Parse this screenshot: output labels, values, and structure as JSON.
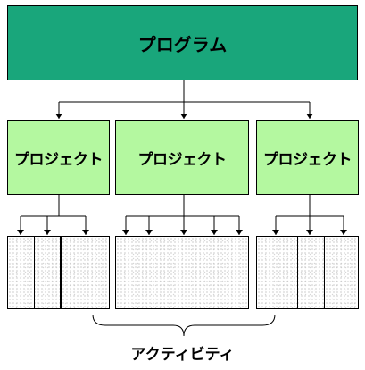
{
  "diagram": {
    "program": {
      "label": "プログラム"
    },
    "projects": [
      {
        "label": "プロジェクト"
      },
      {
        "label": "プロジェクト"
      },
      {
        "label": "プロジェクト"
      }
    ],
    "activities": {
      "label": "アクティビティ"
    },
    "colors": {
      "program_fill": "#19a67b",
      "project_fill": "#b4f8a0",
      "line": "#000000"
    }
  }
}
